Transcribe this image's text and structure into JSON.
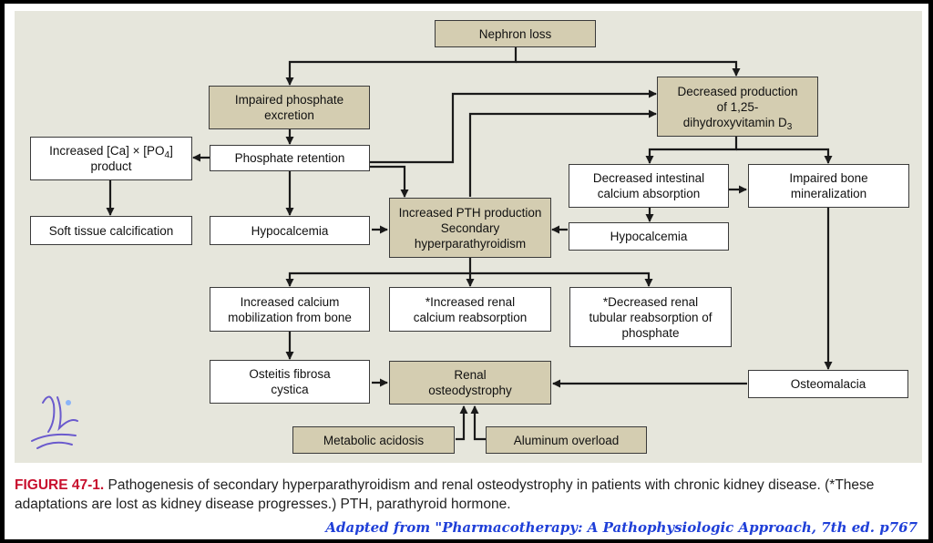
{
  "nodes": {
    "nephron_loss": "Nephron loss",
    "impaired_phosphate": "Impaired phosphate\nexcretion",
    "decreased_d3_line1": "Decreased production",
    "decreased_d3_line2": "of 1,25-",
    "decreased_d3_line3": "dihydroxyvitamin D",
    "decreased_d3_sub": "3",
    "ca_po4_line1_a": "Increased [Ca] × [PO",
    "ca_po4_sub": "4",
    "ca_po4_line1_b": "]",
    "ca_po4_line2": "product",
    "phosphate_retention": "Phosphate retention",
    "decreased_intestinal": "Decreased intestinal\ncalcium absorption",
    "impaired_bone": "Impaired bone\nmineralization",
    "soft_tissue": "Soft tissue calcification",
    "hypocalcemia_left": "Hypocalcemia",
    "increased_pth": "Increased PTH production\nSecondary\nhyperparathyroidism",
    "hypocalcemia_right": "Hypocalcemia",
    "calcium_mobilization": "Increased calcium\nmobilization from bone",
    "renal_reabsorption": "*Increased renal\ncalcium reabsorption",
    "tubular_reabsorption": "*Decreased renal\ntubular reabsorption of\nphosphate",
    "osteitis": "Osteitis fibrosa\ncystica",
    "renal_osteodystrophy": "Renal\nosteodystrophy",
    "osteomalacia": "Osteomalacia",
    "metabolic_acidosis": "Metabolic acidosis",
    "aluminum_overload": "Aluminum overload"
  },
  "caption": {
    "label": "FIGURE 47-1.",
    "text": " Pathogenesis of secondary hyperparathyroidism and renal osteodystrophy in patients with chronic kidney disease. (*These adaptations are lost as kidney disease progresses.) PTH, parathyroid hormone."
  },
  "source_note": "Adapted from \"Pharmacotherapy: A Pathophysiologic Approach, 7th ed. p767",
  "colors": {
    "panel_background": "#e6e6dc",
    "tan_box": "#d4cdb1",
    "caption_label": "#c8102e",
    "source_note": "#1f3fd8"
  }
}
